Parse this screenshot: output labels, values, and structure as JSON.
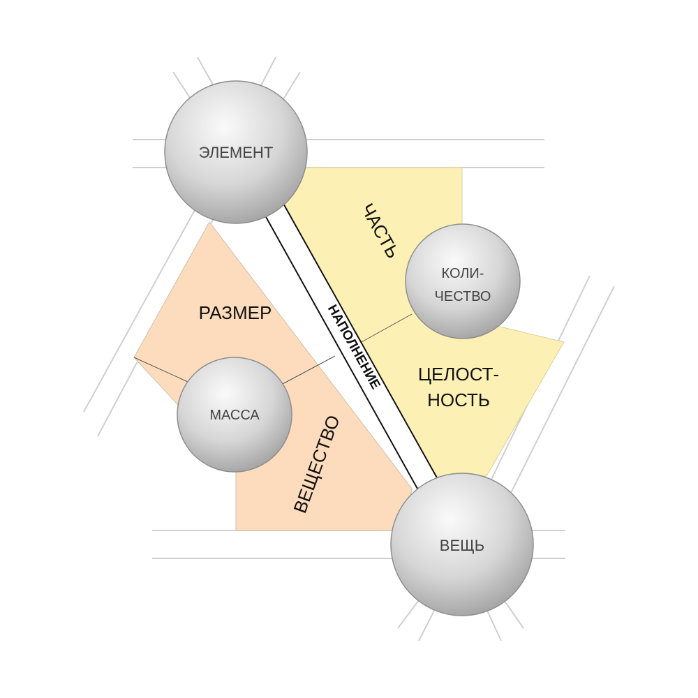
{
  "nodes": {
    "element": "ЭЛЕМЕНТ",
    "kolichestvo_line1": "КОЛИ-",
    "kolichestvo_line2": "ЧЕСТВО",
    "massa": "МАССА",
    "veshch": "ВЕЩЬ"
  },
  "regions": {
    "razmer": "РАЗМЕР",
    "chast": "ЧАСТЬ",
    "veshchestvo": "ВЕЩЕСТВО",
    "tselostnost_line1": "ЦЕЛОСТ-",
    "tselostnost_line2": "НОСТЬ"
  },
  "band": {
    "label": "НАПОЛНЕНИЕ"
  },
  "colors": {
    "orange_region": "#fcdcbd",
    "yellow_region": "#fdf0b4",
    "rail": "#cfcfcf",
    "band_fill": "#ffffff",
    "band_outline": "#111111",
    "sphere_light": "#fafafa",
    "sphere_dark": "#9a9a9a"
  }
}
